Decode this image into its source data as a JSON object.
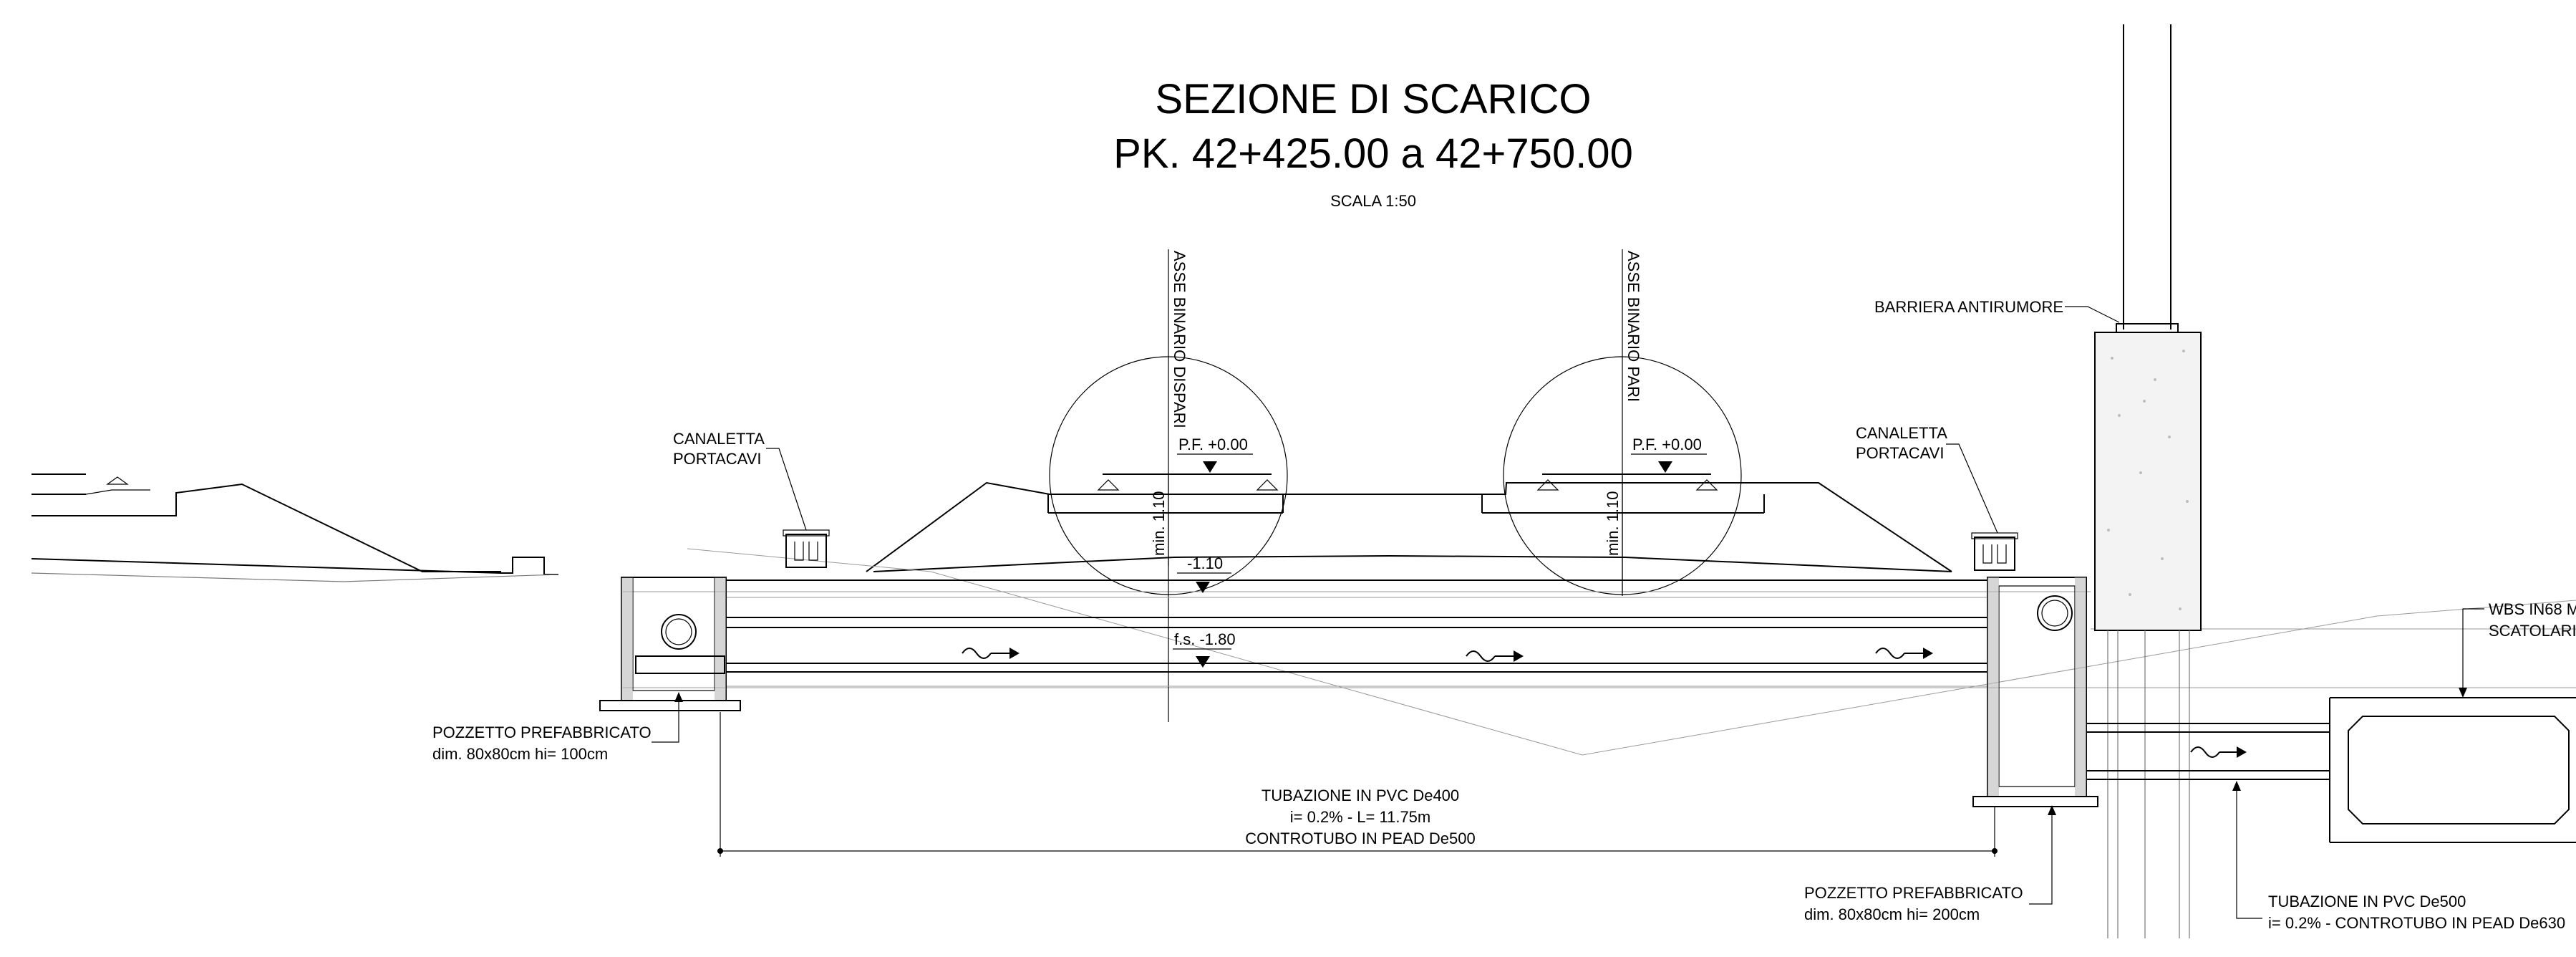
{
  "title": {
    "line1": "SEZIONE DI SCARICO",
    "line2": "PK. 42+425.00 a 42+750.00",
    "scale": "SCALA 1:50"
  },
  "axes": {
    "dispari": "ASSE BINARIO DISPARI",
    "pari": "ASSE BINARIO PARI"
  },
  "levels": {
    "pf_left": "P.F. +0.00",
    "pf_right": "P.F. +0.00",
    "min_left": "min. 1.10",
    "min_right": "min. 1.10",
    "level_110": "-1.10",
    "level_fs": "f.s. -1.80"
  },
  "labels": {
    "canaletta_left_1": "CANALETTA",
    "canaletta_left_2": "PORTACAVI",
    "canaletta_right_1": "CANALETTA",
    "canaletta_right_2": "PORTACAVI",
    "barriera": "BARRIERA ANTIRUMORE",
    "wbs_1": "WBS IN68 M",
    "wbs_2": "SCATOLARI",
    "pozzetto_left_1": "POZZETTO PREFABBRICATO",
    "pozzetto_left_2": "dim. 80x80cm hi= 100cm",
    "pozzetto_right_1": "POZZETTO PREFABBRICATO",
    "pozzetto_right_2": "dim. 80x80cm hi= 200cm",
    "tubazione_1": "TUBAZIONE IN PVC De400",
    "tubazione_2": "i= 0.2% - L= 11.75m",
    "tubazione_3": "CONTROTUBO IN PEAD De500",
    "tubazione_b1": "TUBAZIONE IN PVC De500",
    "tubazione_b2": "i= 0.2% - CONTROTUBO IN PEAD De630"
  }
}
